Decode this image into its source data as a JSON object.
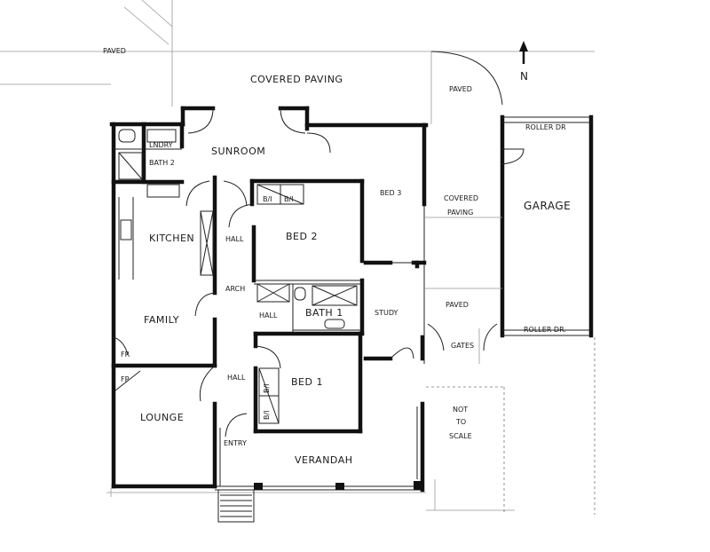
{
  "labels": {
    "paved_nw": "PAVED",
    "covered_paving_top": "COVERED PAVING",
    "paved_ne": "PAVED",
    "north": "N",
    "lndry": "LNDRY",
    "bath2": "BATH 2",
    "sunroom": "SUNROOM",
    "bed3": "BED 3",
    "covered_paving_right_1": "COVERED",
    "covered_paving_right_2": "PAVING",
    "roller_dr_top": "ROLLER DR",
    "garage": "GARAGE",
    "bi_1": "B/I",
    "bi_2": "B/I",
    "kitchen": "KITCHEN",
    "hall_1": "HALL",
    "bed2": "BED 2",
    "arch": "ARCH",
    "hall_2": "HALL",
    "bath1": "BATH 1",
    "study": "STUDY",
    "paved_mid": "PAVED",
    "roller_dr_bottom": "ROLLER DR.",
    "family": "FAMILY",
    "gates": "GATES",
    "fp": "FP",
    "hall_3": "HALL",
    "bed1": "BED 1",
    "bi_3": "B/I",
    "bi_4": "B/I",
    "lounge": "LOUNGE",
    "not_to_scale_1": "NOT",
    "not_to_scale_2": "TO",
    "not_to_scale_3": "SCALE",
    "entry": "ENTRY",
    "verandah": "VERANDAH",
    "fr": "FR"
  }
}
